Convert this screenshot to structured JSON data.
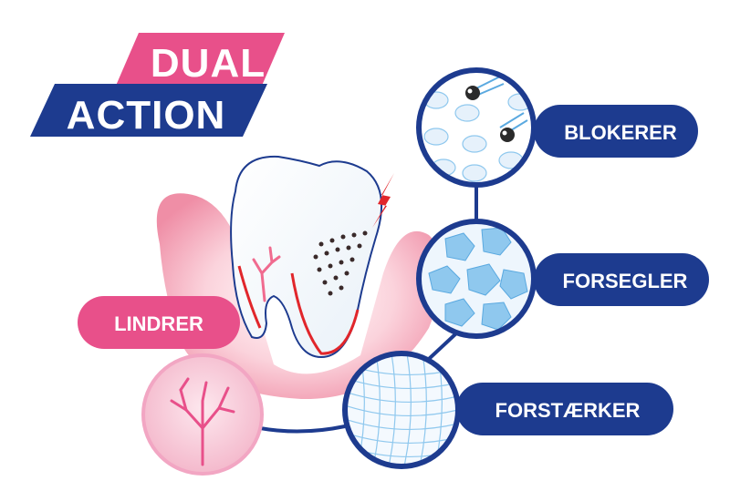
{
  "title": {
    "line1": "DUAL",
    "line2": "ACTION"
  },
  "labels": {
    "lindrer": "LINDRER",
    "blokerer": "BLOKERER",
    "forsegler": "FORSEGLER",
    "forstaerker": "FORSTÆRKER"
  },
  "colors": {
    "pink": "#e8508a",
    "pink_light": "#f2a6c3",
    "navy": "#1d3b8f",
    "blue": "#2a66c8",
    "light_blue": "#8fc8ee",
    "red": "#e1262b"
  },
  "icons": [
    "dentin-tubules-blocked-icon",
    "sealing-crystals-icon",
    "reinforcing-mesh-icon",
    "nerve-icon",
    "lightning-icon",
    "tooth-icon"
  ]
}
